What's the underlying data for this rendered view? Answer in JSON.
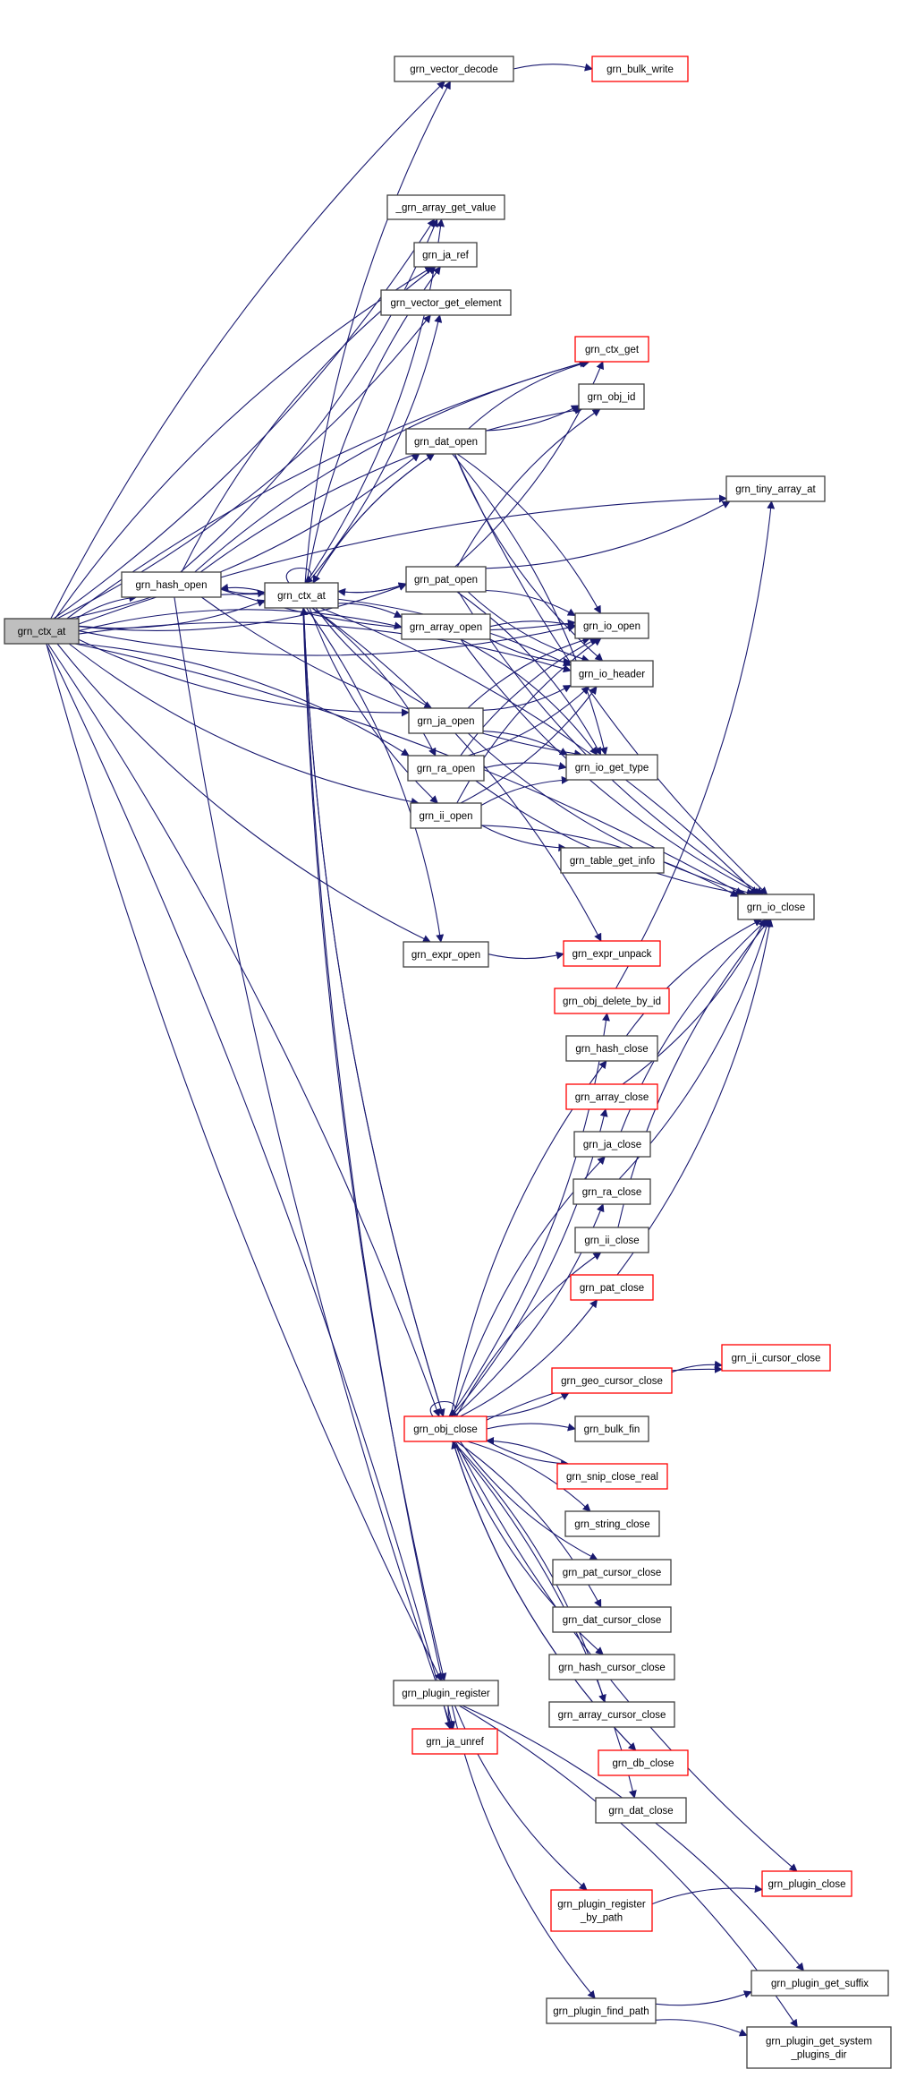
{
  "title": "grn_ctx_at call graph",
  "colors": {
    "edge": "#191970",
    "node_border": "#404040",
    "node_border_truncated": "#ff0000",
    "root_fill": "#bfbfbf",
    "node_fill": "#ffffff"
  },
  "nodes": [
    {
      "id": "root",
      "label": [
        "grn_ctx_at"
      ],
      "kind": "root"
    },
    {
      "id": "hash_open",
      "label": [
        "grn_hash_open"
      ],
      "kind": "normal"
    },
    {
      "id": "ctx_at",
      "label": [
        "grn_ctx_at"
      ],
      "kind": "normal"
    },
    {
      "id": "vector_decode",
      "label": [
        "grn_vector_decode"
      ],
      "kind": "normal"
    },
    {
      "id": "bulk_write",
      "label": [
        "grn_bulk_write"
      ],
      "kind": "truncated"
    },
    {
      "id": "array_get_value",
      "label": [
        "_grn_array_get_value"
      ],
      "kind": "normal"
    },
    {
      "id": "ja_ref",
      "label": [
        "grn_ja_ref"
      ],
      "kind": "normal"
    },
    {
      "id": "vector_get_element",
      "label": [
        "grn_vector_get_element"
      ],
      "kind": "normal"
    },
    {
      "id": "ctx_get",
      "label": [
        "grn_ctx_get"
      ],
      "kind": "truncated"
    },
    {
      "id": "obj_id",
      "label": [
        "grn_obj_id"
      ],
      "kind": "normal"
    },
    {
      "id": "dat_open",
      "label": [
        "grn_dat_open"
      ],
      "kind": "normal"
    },
    {
      "id": "tiny_array_at",
      "label": [
        "grn_tiny_array_at"
      ],
      "kind": "normal"
    },
    {
      "id": "pat_open",
      "label": [
        "grn_pat_open"
      ],
      "kind": "normal"
    },
    {
      "id": "array_open",
      "label": [
        "grn_array_open"
      ],
      "kind": "normal"
    },
    {
      "id": "io_open",
      "label": [
        "grn_io_open"
      ],
      "kind": "normal"
    },
    {
      "id": "io_header",
      "label": [
        "grn_io_header"
      ],
      "kind": "normal"
    },
    {
      "id": "ja_open",
      "label": [
        "grn_ja_open"
      ],
      "kind": "normal"
    },
    {
      "id": "ra_open",
      "label": [
        "grn_ra_open"
      ],
      "kind": "normal"
    },
    {
      "id": "io_get_type",
      "label": [
        "grn_io_get_type"
      ],
      "kind": "normal"
    },
    {
      "id": "ii_open",
      "label": [
        "grn_ii_open"
      ],
      "kind": "normal"
    },
    {
      "id": "table_get_info",
      "label": [
        "grn_table_get_info"
      ],
      "kind": "normal"
    },
    {
      "id": "io_close",
      "label": [
        "grn_io_close"
      ],
      "kind": "normal"
    },
    {
      "id": "expr_open",
      "label": [
        "grn_expr_open"
      ],
      "kind": "normal"
    },
    {
      "id": "expr_unpack",
      "label": [
        "grn_expr_unpack"
      ],
      "kind": "truncated"
    },
    {
      "id": "obj_delete_by_id",
      "label": [
        "grn_obj_delete_by_id"
      ],
      "kind": "truncated"
    },
    {
      "id": "hash_close",
      "label": [
        "grn_hash_close"
      ],
      "kind": "normal"
    },
    {
      "id": "array_close",
      "label": [
        "grn_array_close"
      ],
      "kind": "truncated"
    },
    {
      "id": "ja_close",
      "label": [
        "grn_ja_close"
      ],
      "kind": "normal"
    },
    {
      "id": "ra_close",
      "label": [
        "grn_ra_close"
      ],
      "kind": "normal"
    },
    {
      "id": "ii_close",
      "label": [
        "grn_ii_close"
      ],
      "kind": "normal"
    },
    {
      "id": "pat_close",
      "label": [
        "grn_pat_close"
      ],
      "kind": "truncated"
    },
    {
      "id": "ii_cursor_close",
      "label": [
        "grn_ii_cursor_close"
      ],
      "kind": "truncated"
    },
    {
      "id": "geo_cursor_close",
      "label": [
        "grn_geo_cursor_close"
      ],
      "kind": "truncated"
    },
    {
      "id": "obj_close",
      "label": [
        "grn_obj_close"
      ],
      "kind": "truncated"
    },
    {
      "id": "bulk_fin",
      "label": [
        "grn_bulk_fin"
      ],
      "kind": "normal"
    },
    {
      "id": "snip_close_real",
      "label": [
        "grn_snip_close_real"
      ],
      "kind": "truncated"
    },
    {
      "id": "string_close",
      "label": [
        "grn_string_close"
      ],
      "kind": "normal"
    },
    {
      "id": "pat_cursor_close",
      "label": [
        "grn_pat_cursor_close"
      ],
      "kind": "normal"
    },
    {
      "id": "dat_cursor_close",
      "label": [
        "grn_dat_cursor_close"
      ],
      "kind": "normal"
    },
    {
      "id": "hash_cursor_close",
      "label": [
        "grn_hash_cursor_close"
      ],
      "kind": "normal"
    },
    {
      "id": "plugin_register",
      "label": [
        "grn_plugin_register"
      ],
      "kind": "normal"
    },
    {
      "id": "array_cursor_close",
      "label": [
        "grn_array_cursor_close"
      ],
      "kind": "normal"
    },
    {
      "id": "ja_unref",
      "label": [
        "grn_ja_unref"
      ],
      "kind": "truncated"
    },
    {
      "id": "db_close",
      "label": [
        "grn_db_close"
      ],
      "kind": "truncated"
    },
    {
      "id": "dat_close",
      "label": [
        "grn_dat_close"
      ],
      "kind": "normal"
    },
    {
      "id": "plugin_close",
      "label": [
        "grn_plugin_close"
      ],
      "kind": "truncated"
    },
    {
      "id": "plugin_register_by_path",
      "label": [
        "grn_plugin_register",
        "_by_path"
      ],
      "kind": "truncated"
    },
    {
      "id": "plugin_get_suffix",
      "label": [
        "grn_plugin_get_suffix"
      ],
      "kind": "normal"
    },
    {
      "id": "plugin_find_path",
      "label": [
        "grn_plugin_find_path"
      ],
      "kind": "normal"
    },
    {
      "id": "plugin_get_system_plugins_dir",
      "label": [
        "grn_plugin_get_system",
        "_plugins_dir"
      ],
      "kind": "normal"
    }
  ],
  "edges": [
    [
      "root",
      "hash_open"
    ],
    [
      "root",
      "ctx_at"
    ],
    [
      "root",
      "vector_decode"
    ],
    [
      "root",
      "array_get_value"
    ],
    [
      "root",
      "ja_ref"
    ],
    [
      "root",
      "vector_get_element"
    ],
    [
      "root",
      "ctx_get"
    ],
    [
      "root",
      "dat_open"
    ],
    [
      "root",
      "tiny_array_at"
    ],
    [
      "root",
      "pat_open"
    ],
    [
      "root",
      "array_open"
    ],
    [
      "root",
      "io_open"
    ],
    [
      "root",
      "io_header"
    ],
    [
      "root",
      "ja_open"
    ],
    [
      "root",
      "ra_open"
    ],
    [
      "root",
      "ii_open"
    ],
    [
      "root",
      "io_close"
    ],
    [
      "root",
      "expr_open"
    ],
    [
      "root",
      "obj_close"
    ],
    [
      "root",
      "plugin_register"
    ],
    [
      "root",
      "ja_unref"
    ],
    [
      "hash_open",
      "ctx_at"
    ],
    [
      "hash_open",
      "ja_ref"
    ],
    [
      "hash_open",
      "array_get_value"
    ],
    [
      "hash_open",
      "obj_id"
    ],
    [
      "hash_open",
      "io_open"
    ],
    [
      "hash_open",
      "io_header"
    ],
    [
      "hash_open",
      "io_get_type"
    ],
    [
      "hash_open",
      "ctx_get"
    ],
    [
      "hash_open",
      "ja_unref"
    ],
    [
      "ctx_at",
      "ctx_at"
    ],
    [
      "ctx_at",
      "hash_open"
    ],
    [
      "ctx_at",
      "vector_decode"
    ],
    [
      "ctx_at",
      "array_get_value"
    ],
    [
      "ctx_at",
      "ja_ref"
    ],
    [
      "ctx_at",
      "vector_get_element"
    ],
    [
      "ctx_at",
      "dat_open"
    ],
    [
      "ctx_at",
      "pat_open"
    ],
    [
      "ctx_at",
      "array_open"
    ],
    [
      "ctx_at",
      "ja_open"
    ],
    [
      "ctx_at",
      "ra_open"
    ],
    [
      "ctx_at",
      "ii_open"
    ],
    [
      "ctx_at",
      "expr_open"
    ],
    [
      "ctx_at",
      "obj_close"
    ],
    [
      "ctx_at",
      "io_close"
    ],
    [
      "ctx_at",
      "ja_unref"
    ],
    [
      "ctx_at",
      "expr_unpack"
    ],
    [
      "ctx_at",
      "plugin_register"
    ],
    [
      "vector_decode",
      "bulk_write"
    ],
    [
      "dat_open",
      "ctx_at"
    ],
    [
      "dat_open",
      "ctx_get"
    ],
    [
      "dat_open",
      "obj_id"
    ],
    [
      "dat_open",
      "io_open"
    ],
    [
      "dat_open",
      "io_header"
    ],
    [
      "dat_open",
      "io_get_type"
    ],
    [
      "dat_open",
      "io_close"
    ],
    [
      "pat_open",
      "ctx_at"
    ],
    [
      "pat_open",
      "ctx_get"
    ],
    [
      "pat_open",
      "obj_id"
    ],
    [
      "pat_open",
      "tiny_array_at"
    ],
    [
      "pat_open",
      "io_open"
    ],
    [
      "pat_open",
      "io_header"
    ],
    [
      "pat_open",
      "io_get_type"
    ],
    [
      "pat_open",
      "io_close"
    ],
    [
      "array_open",
      "io_open"
    ],
    [
      "array_open",
      "io_header"
    ],
    [
      "array_open",
      "io_get_type"
    ],
    [
      "array_open",
      "io_close"
    ],
    [
      "ja_open",
      "io_open"
    ],
    [
      "ja_open",
      "io_header"
    ],
    [
      "ja_open",
      "io_get_type"
    ],
    [
      "ja_open",
      "io_close"
    ],
    [
      "ra_open",
      "io_open"
    ],
    [
      "ra_open",
      "io_header"
    ],
    [
      "ra_open",
      "io_get_type"
    ],
    [
      "ra_open",
      "io_close"
    ],
    [
      "ii_open",
      "io_open"
    ],
    [
      "ii_open",
      "io_header"
    ],
    [
      "ii_open",
      "io_get_type"
    ],
    [
      "ii_open",
      "table_get_info"
    ],
    [
      "ii_open",
      "io_close"
    ],
    [
      "expr_open",
      "expr_unpack"
    ],
    [
      "obj_close",
      "obj_close"
    ],
    [
      "obj_close",
      "obj_delete_by_id"
    ],
    [
      "obj_close",
      "hash_close"
    ],
    [
      "obj_close",
      "array_close"
    ],
    [
      "obj_close",
      "ja_close"
    ],
    [
      "obj_close",
      "ra_close"
    ],
    [
      "obj_close",
      "ii_close"
    ],
    [
      "obj_close",
      "pat_close"
    ],
    [
      "obj_close",
      "ii_cursor_close"
    ],
    [
      "obj_close",
      "geo_cursor_close"
    ],
    [
      "obj_close",
      "bulk_fin"
    ],
    [
      "obj_close",
      "snip_close_real"
    ],
    [
      "obj_close",
      "string_close"
    ],
    [
      "obj_close",
      "pat_cursor_close"
    ],
    [
      "obj_close",
      "dat_cursor_close"
    ],
    [
      "obj_close",
      "hash_cursor_close"
    ],
    [
      "obj_close",
      "array_cursor_close"
    ],
    [
      "obj_close",
      "db_close"
    ],
    [
      "obj_close",
      "dat_close"
    ],
    [
      "obj_close",
      "plugin_close"
    ],
    [
      "obj_close",
      "ctx_at"
    ],
    [
      "obj_delete_by_id",
      "tiny_array_at"
    ],
    [
      "hash_close",
      "io_close"
    ],
    [
      "array_close",
      "io_close"
    ],
    [
      "ja_close",
      "io_close"
    ],
    [
      "ra_close",
      "io_close"
    ],
    [
      "ii_close",
      "io_close"
    ],
    [
      "pat_close",
      "io_close"
    ],
    [
      "geo_cursor_close",
      "ii_cursor_close"
    ],
    [
      "snip_close_real",
      "obj_close"
    ],
    [
      "db_close",
      "obj_close"
    ],
    [
      "plugin_register",
      "plugin_register_by_path"
    ],
    [
      "plugin_register",
      "plugin_get_suffix"
    ],
    [
      "plugin_register",
      "plugin_find_path"
    ],
    [
      "plugin_register",
      "plugin_get_system_plugins_dir"
    ],
    [
      "plugin_register",
      "ja_unref"
    ],
    [
      "plugin_register_by_path",
      "plugin_close"
    ],
    [
      "plugin_find_path",
      "plugin_get_suffix"
    ],
    [
      "plugin_find_path",
      "plugin_get_system_plugins_dir"
    ]
  ]
}
